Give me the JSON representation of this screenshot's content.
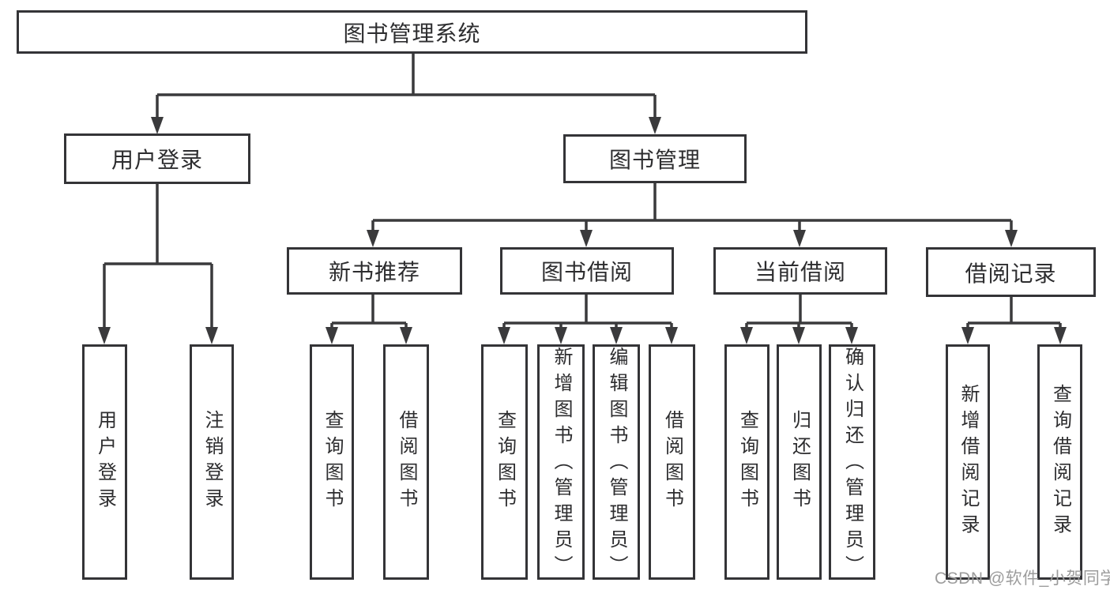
{
  "title": "图书管理系统",
  "watermark": "CSDN @软件_小贺同学",
  "colors": {
    "line": "#3a3a3c",
    "box_border": "#343437",
    "text": "#2d2d2f",
    "watermark": "#9c9c9c",
    "background": "#ffffff"
  },
  "user_login": {
    "label": "用户登录",
    "children": [
      "用户登录",
      "注销登录"
    ]
  },
  "book_mgmt": {
    "label": "图书管理",
    "children": [
      {
        "label": "新书推荐",
        "children": [
          "查询图书",
          "借阅图书"
        ]
      },
      {
        "label": "图书借阅",
        "children": [
          "查询图书",
          "新增图书（管理员）",
          "编辑图书（管理员）",
          "借阅图书"
        ]
      },
      {
        "label": "当前借阅",
        "children": [
          "查询图书",
          "归还图书",
          "确认归还（管理员）"
        ]
      },
      {
        "label": "借阅记录",
        "children": [
          "新增借阅记录",
          "查询借阅记录"
        ]
      }
    ]
  }
}
